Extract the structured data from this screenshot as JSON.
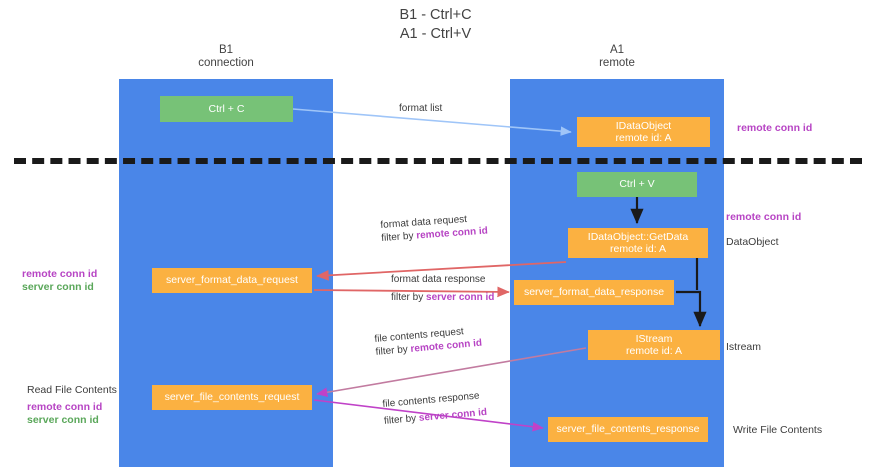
{
  "title": {
    "line1": "B1 - Ctrl+C",
    "line2": "A1 - Ctrl+V"
  },
  "columns": [
    {
      "name": "B1",
      "sub": "connection"
    },
    {
      "name": "A1",
      "sub": "remote"
    }
  ],
  "colors": {
    "column_fill": "#4a86e8",
    "green_box": "#77c277",
    "orange_box": "#fbb141",
    "remote_conn_id": "#b744c4",
    "server_conn_id": "#5aa75a",
    "format_list_arrow": "#9fc5f8",
    "format_data_arrow": "#e06666",
    "file_contents_arrow": "#c27ba0",
    "divider": "#1a1a1a",
    "text": "#3c3c3c"
  },
  "boxes": {
    "ctrl_c": {
      "line1": "Ctrl + C"
    },
    "idataobject": {
      "line1": "IDataObject",
      "line2": "remote id: A"
    },
    "ctrl_v": {
      "line1": "Ctrl + V"
    },
    "getdata": {
      "line1": "IDataObject::GetData",
      "line2": "remote id: A"
    },
    "server_format_data_request": {
      "line1": "server_format_data_request"
    },
    "server_format_data_response": {
      "line1": "server_format_data_response"
    },
    "istream": {
      "line1": "IStream",
      "line2": "remote id: A"
    },
    "server_file_contents_request": {
      "line1": "server_file_contents_request"
    },
    "server_file_contents_response": {
      "line1": "server_file_contents_response"
    }
  },
  "edge_labels": {
    "format_list": "format list",
    "format_data_request": {
      "line1": "format data request",
      "prefix": "filter by ",
      "highlight": "remote conn id"
    },
    "format_data_response": {
      "line1": "format data response",
      "prefix": "filter by ",
      "highlight": "server conn id"
    },
    "file_contents_request": {
      "line1": "file contents request",
      "prefix": "filter by ",
      "highlight": "remote conn id"
    },
    "file_contents_response": {
      "line1": "file contents response",
      "prefix": "filter by ",
      "highlight": "server conn id"
    }
  },
  "annotations": {
    "remote_conn_id_top": "remote conn id",
    "remote_conn_id_mid": "remote conn id",
    "dataobject": "DataObject",
    "istream": "Istream",
    "write_file_contents": "Write File Contents",
    "read_file_contents": "Read File Contents",
    "left_remote_conn_id": "remote conn id",
    "left_server_conn_id": "server conn id",
    "left_remote_conn_id_2": "remote conn id",
    "left_server_conn_id_2": "server conn id"
  }
}
